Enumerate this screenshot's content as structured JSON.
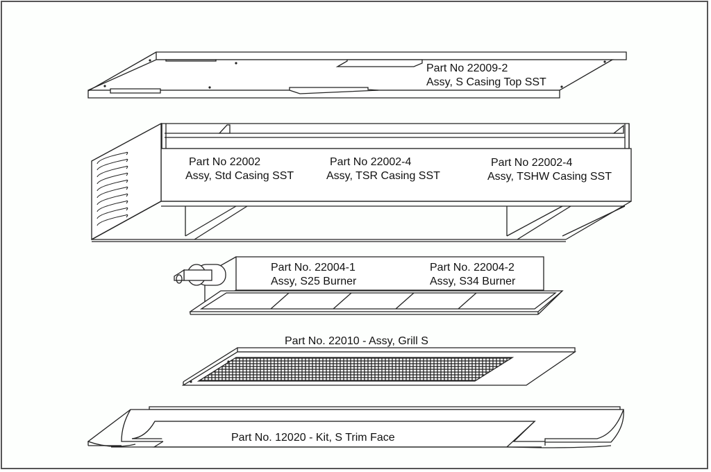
{
  "diagram": {
    "type": "exploded-parts-view",
    "colors": {
      "line": "#222222",
      "background": "#fdfffd",
      "border": "#555555"
    },
    "parts": [
      {
        "id": "casing-top",
        "part_no": "Part No 22009-2",
        "desc": "Assy, S Casing Top SST"
      },
      {
        "id": "casing-std",
        "part_no": "Part No 22002",
        "desc": "Assy, Std Casing SST"
      },
      {
        "id": "casing-tsr",
        "part_no": "Part No 22002-4",
        "desc": "Assy, TSR Casing SST"
      },
      {
        "id": "casing-tshw",
        "part_no": "Part No 22002-4",
        "desc": "Assy, TSHW Casing SST"
      },
      {
        "id": "burner-s25",
        "part_no": "Part No. 22004-1",
        "desc": "Assy, S25 Burner"
      },
      {
        "id": "burner-s34",
        "part_no": "Part No. 22004-2",
        "desc": "Assy, S34 Burner"
      },
      {
        "id": "grill",
        "label": "Part No. 22010 - Assy, Grill S"
      },
      {
        "id": "trim-face",
        "label": "Part No. 12020 - Kit, S Trim Face"
      }
    ]
  }
}
